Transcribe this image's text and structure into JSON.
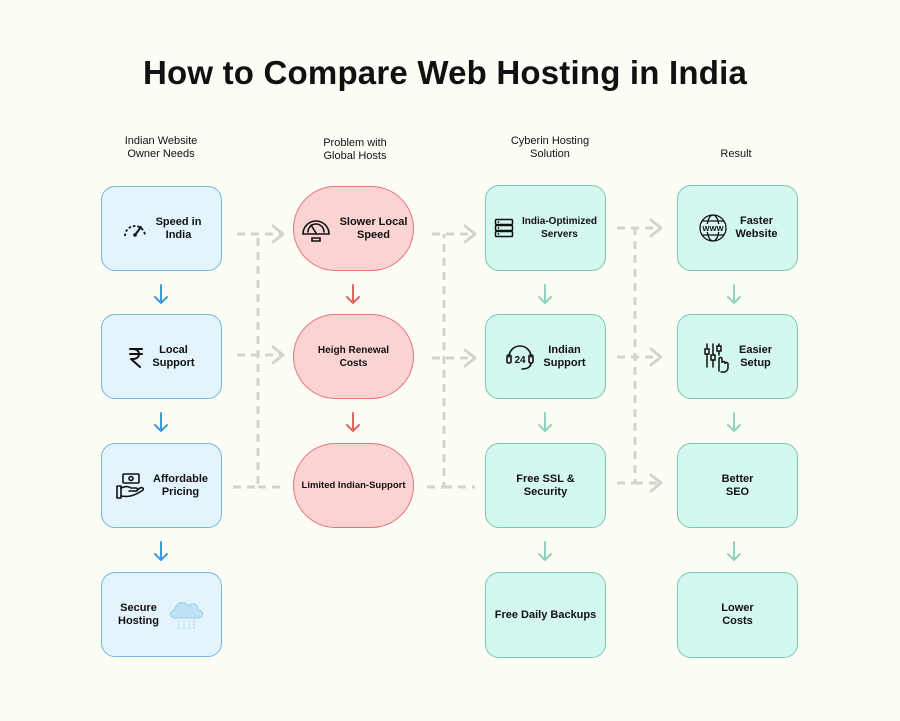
{
  "title": "How to Compare Web Hosting in India",
  "columns": [
    {
      "heading": "Indian Website\nOwner Needs"
    },
    {
      "heading": "Problem with\nGlobal Hosts"
    },
    {
      "heading": "Cyberin Hosting\nSolution"
    },
    {
      "heading": "Result"
    }
  ],
  "needs": [
    {
      "label": "Speed in\nIndia",
      "icon": "speedometer-icon"
    },
    {
      "label": "Local\nSupport",
      "icon": "rupee-icon"
    },
    {
      "label": "Affordable\nPricing",
      "icon": "hand-money-icon"
    },
    {
      "label": "Secure\nHosting",
      "icon": "cloud-icon"
    }
  ],
  "problems": [
    {
      "label": "Slower Local\nSpeed",
      "icon": "gauge-icon"
    },
    {
      "label": "Heigh Renewal\nCosts"
    },
    {
      "label": "Limited Indian-Support"
    }
  ],
  "solutions": [
    {
      "label": "India-Optimized\nServers",
      "icon": "server-icon"
    },
    {
      "label": "Indian\nSupport",
      "icon": "headset-24-icon"
    },
    {
      "label": "Free SSL &\nSecurity"
    },
    {
      "label": "Free Daily Backups"
    }
  ],
  "results": [
    {
      "label": "Faster\nWebsite",
      "icon": "www-globe-icon"
    },
    {
      "label": "Easier\nSetup",
      "icon": "sliders-hand-icon"
    },
    {
      "label": "Better\nSEO"
    },
    {
      "label": "Lower\nCosts"
    }
  ],
  "colors": {
    "background": "#fdfdf6",
    "needs_fill": "#e3f4fc",
    "needs_border": "#72b7dc",
    "needs_arrow": "#3d9bd2",
    "problem_fill": "#fbd3d3",
    "problem_border": "#e57676",
    "problem_arrow": "#e0655c",
    "solution_fill": "#d4f7ef",
    "solution_border": "#7ac9b4",
    "solution_arrow": "#8fd2bf",
    "connector": "#d4d4cf"
  }
}
